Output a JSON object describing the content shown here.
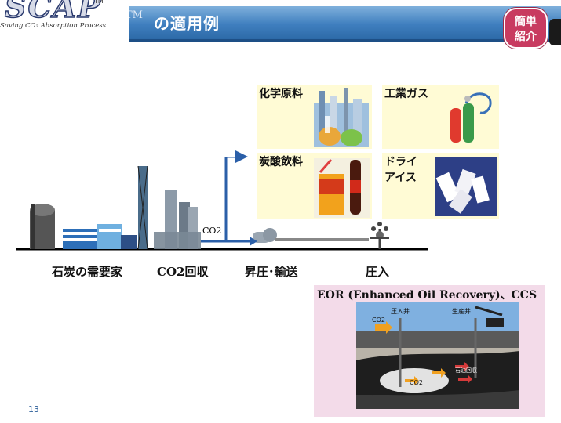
{
  "header": {
    "title_suffix": "TM",
    "title": "の適用例",
    "intro_button": "簡単\n紹介"
  },
  "logo": {
    "name": "SCAP",
    "tm": "TM",
    "subtitle": "Saving CO₂ Absorption Process"
  },
  "products": {
    "chemical": "化学原料",
    "industrial_gas": "工業ガス",
    "carbonated": "炭酸飲料",
    "dry_ice_line1": "ドライ",
    "dry_ice_line2": "アイス"
  },
  "process": {
    "co2_label": "CO2",
    "stage1": "石炭の需要家",
    "stage2": "CO2回収",
    "stage3": "昇圧･輸送",
    "stage4": "圧入"
  },
  "eor": {
    "title": "EOR (Enhanced Oil Recovery)、CCS",
    "injection_well": "圧入井",
    "production_well": "生産井",
    "co2_small": "CO2",
    "co2_underground": "CO2",
    "oil_label": "石油回収"
  },
  "footer": {
    "page_number": "13"
  },
  "colors": {
    "header": "#3f7fbf",
    "intro_button": "#c83b60",
    "arrow": "#2b5fa8",
    "product_bg": "#fffbd5",
    "eor_bg": "#f3dbe9"
  }
}
